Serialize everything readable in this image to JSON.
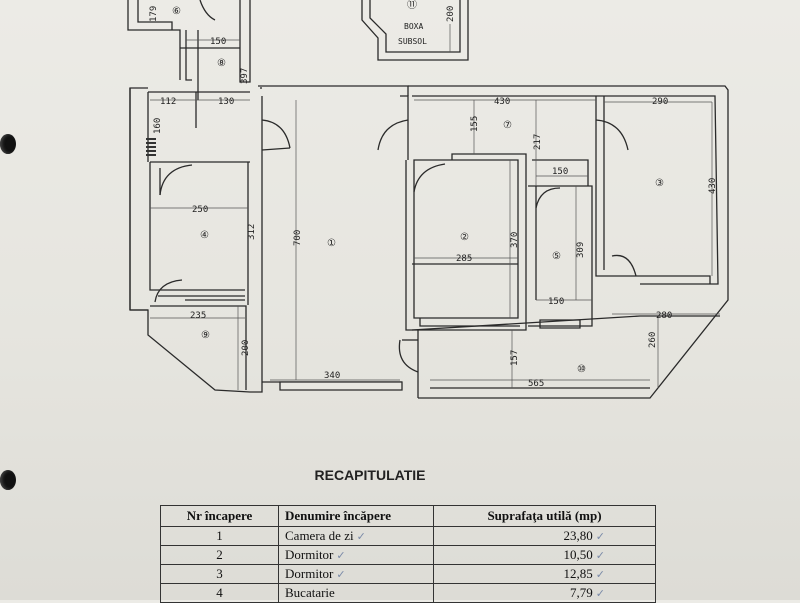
{
  "plan": {
    "rooms": [
      {
        "id": "1",
        "label": "①"
      },
      {
        "id": "2",
        "label": "②"
      },
      {
        "id": "3",
        "label": "③"
      },
      {
        "id": "4",
        "label": "④"
      },
      {
        "id": "5",
        "label": "⑤"
      },
      {
        "id": "6",
        "label": "⑥"
      },
      {
        "id": "7",
        "label": "⑦"
      },
      {
        "id": "8",
        "label": "⑧"
      },
      {
        "id": "9",
        "label": "⑨"
      },
      {
        "id": "10",
        "label": "⑩"
      },
      {
        "id": "11",
        "label": "⑪"
      }
    ],
    "box_label_line1": "BOXA",
    "box_label_line2": "SUBSOL",
    "dims": {
      "d179": "179",
      "d150a": "150",
      "d397": "397",
      "d112": "112",
      "d130": "130",
      "d160": "160",
      "d250": "250",
      "d312": "312",
      "d700": "700",
      "d235": "235",
      "d200a": "200",
      "d340": "340",
      "d430a": "430",
      "d155": "155",
      "d217": "217",
      "d150b": "150",
      "d370": "370",
      "d285": "285",
      "d309": "309",
      "d150c": "150",
      "d157": "157",
      "d565": "565",
      "d290": "290",
      "d430b": "430",
      "d280": "280",
      "d260": "260",
      "d200b": "200"
    }
  },
  "recap": {
    "title": "RECAPITULATIE",
    "headers": [
      "Nr încapere",
      "Denumire încăpere",
      "Suprafaţa utilă  (mp)"
    ],
    "rows": [
      {
        "nr": "1",
        "name": "Camera de zi",
        "area": "23,80"
      },
      {
        "nr": "2",
        "name": "Dormitor",
        "area": "10,50"
      },
      {
        "nr": "3",
        "name": "Dormitor",
        "area": "12,85"
      },
      {
        "nr": "4",
        "name": "Bucatarie",
        "area": "7,79"
      }
    ]
  }
}
